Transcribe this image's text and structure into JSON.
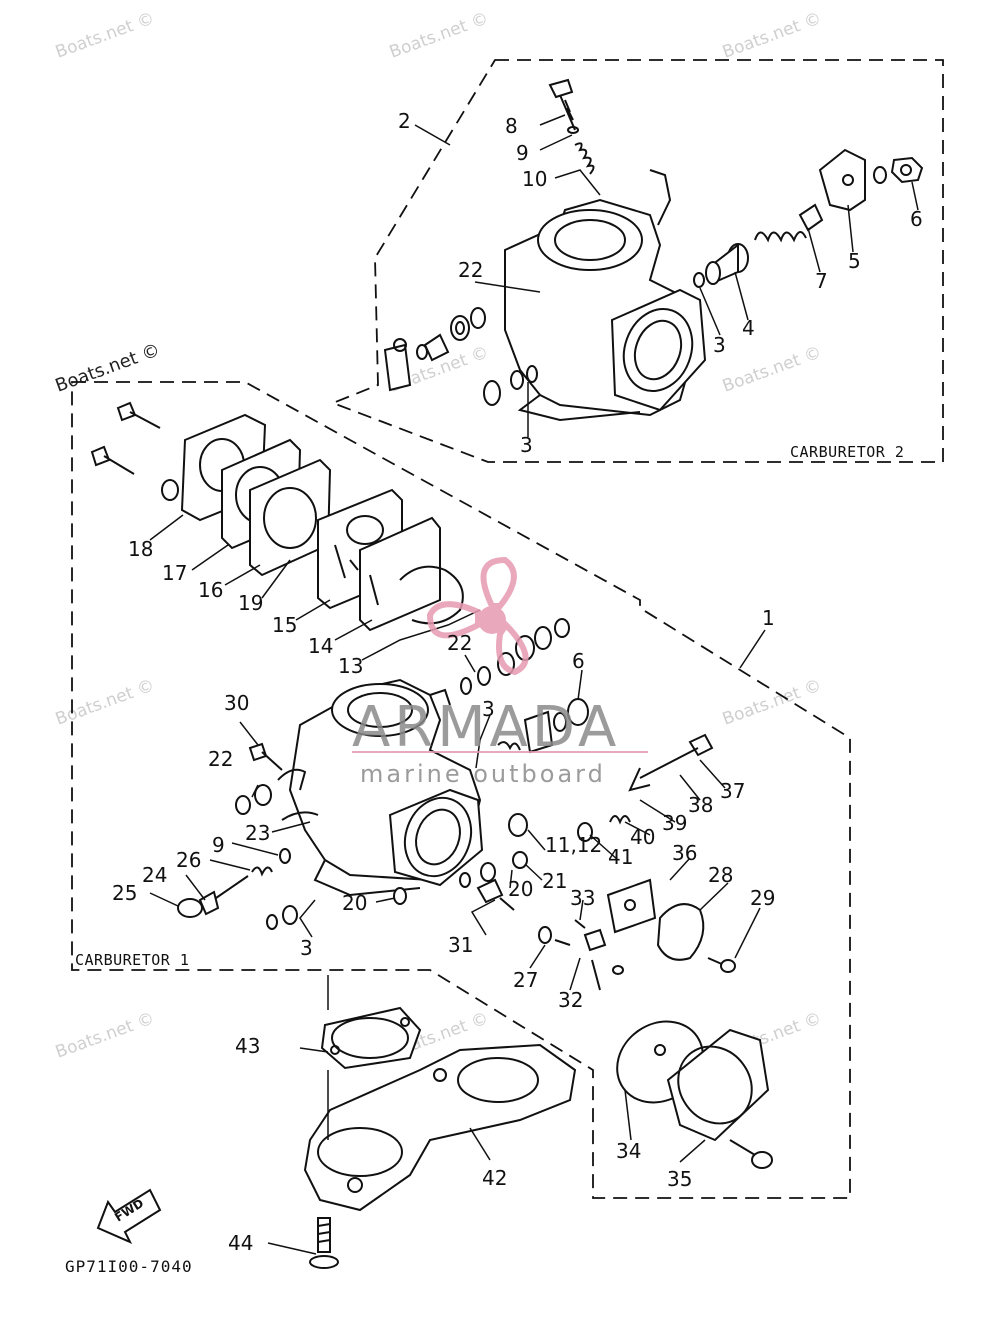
{
  "diagram": {
    "drawing_code": "GP71I00-7040",
    "groups": {
      "carburetor_2": "CARBURETOR 2",
      "carburetor_1": "CARBURETOR 1"
    },
    "fwd_label": "FWD",
    "watermark": "Boats.net ©",
    "logo": {
      "brand": "ARMADA",
      "tagline": "marine outboard"
    },
    "callouts": {
      "c1": "1",
      "c2": "2",
      "c3a": "3",
      "c3b": "3",
      "c3c": "3",
      "c3d": "3",
      "c4": "4",
      "c5": "5",
      "c6a": "6",
      "c6b": "6",
      "c7": "7",
      "c8": "8",
      "c9a": "9",
      "c9b": "9",
      "c10": "10",
      "c1112": "11,12",
      "c13": "13",
      "c14": "14",
      "c15": "15",
      "c16": "16",
      "c17": "17",
      "c18": "18",
      "c19": "19",
      "c20a": "20",
      "c20b": "20",
      "c21": "21",
      "c22a": "22",
      "c22b": "22",
      "c22c": "22",
      "c23": "23",
      "c24": "24",
      "c25": "25",
      "c26": "26",
      "c27": "27",
      "c28": "28",
      "c29": "29",
      "c30": "30",
      "c31": "31",
      "c32": "32",
      "c33": "33",
      "c34": "34",
      "c35": "35",
      "c36": "36",
      "c37": "37",
      "c38": "38",
      "c39": "39",
      "c40": "40",
      "c41": "41",
      "c42": "42",
      "c43": "43",
      "c44": "44"
    }
  }
}
